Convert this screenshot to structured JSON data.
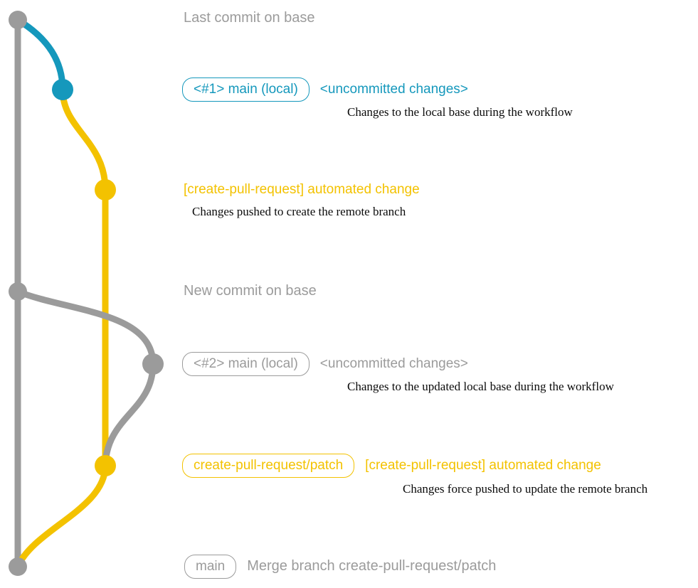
{
  "colors": {
    "gray": "#9b9b9b",
    "blue": "#1598bc",
    "yellow": "#f3c200"
  },
  "annotations": {
    "last_commit": {
      "label": "Last commit on base"
    },
    "commit1": {
      "badge": "<#1> main (local)",
      "status": "<uncommitted changes>",
      "description": "Changes to the local base during the workflow"
    },
    "push1": {
      "title": "[create-pull-request] automated change",
      "description": "Changes pushed to create the remote branch"
    },
    "new_commit": {
      "label": "New commit on base"
    },
    "commit2": {
      "badge": "<#2> main (local)",
      "status": "<uncommitted changes>",
      "description": "Changes to the updated local base during the workflow"
    },
    "push2": {
      "badge": "create-pull-request/patch",
      "title": "[create-pull-request] automated change",
      "description": "Changes force pushed to update the remote branch"
    },
    "merge": {
      "badge": "main",
      "label": "Merge branch create-pull-request/patch"
    }
  }
}
